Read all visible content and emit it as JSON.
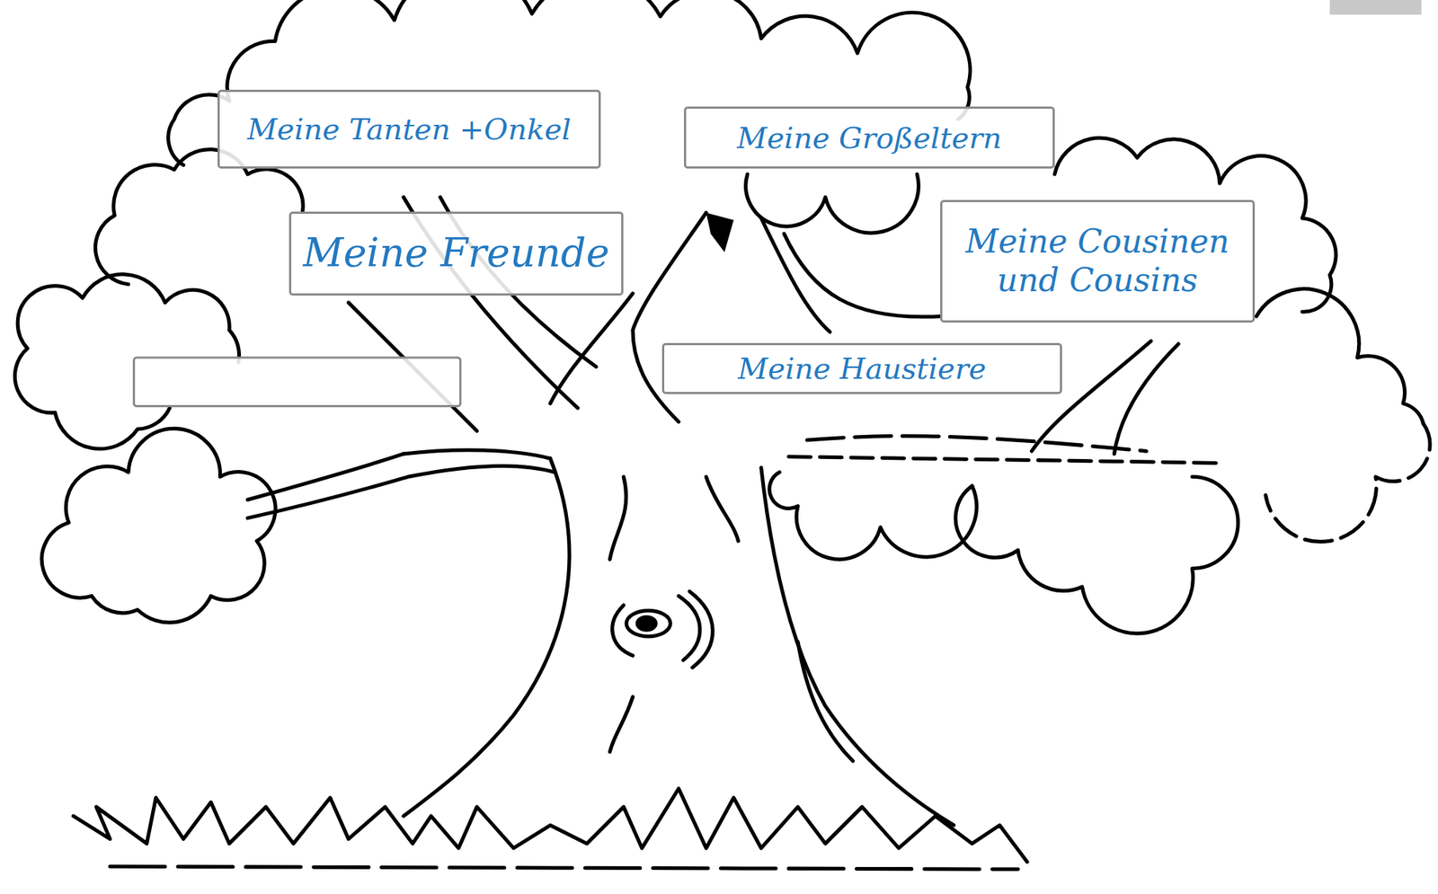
{
  "diagram": {
    "nodes": [
      {
        "text": [
          "Meine Tanten +Onkel"
        ]
      },
      {
        "text": [
          "Meine Großeltern"
        ]
      },
      {
        "text": [
          "Meine Freunde"
        ]
      },
      {
        "text": [
          "Meine Cousinen und Cousins"
        ]
      },
      {
        "text": [
          "Meine Haustiere"
        ]
      }
    ]
  }
}
